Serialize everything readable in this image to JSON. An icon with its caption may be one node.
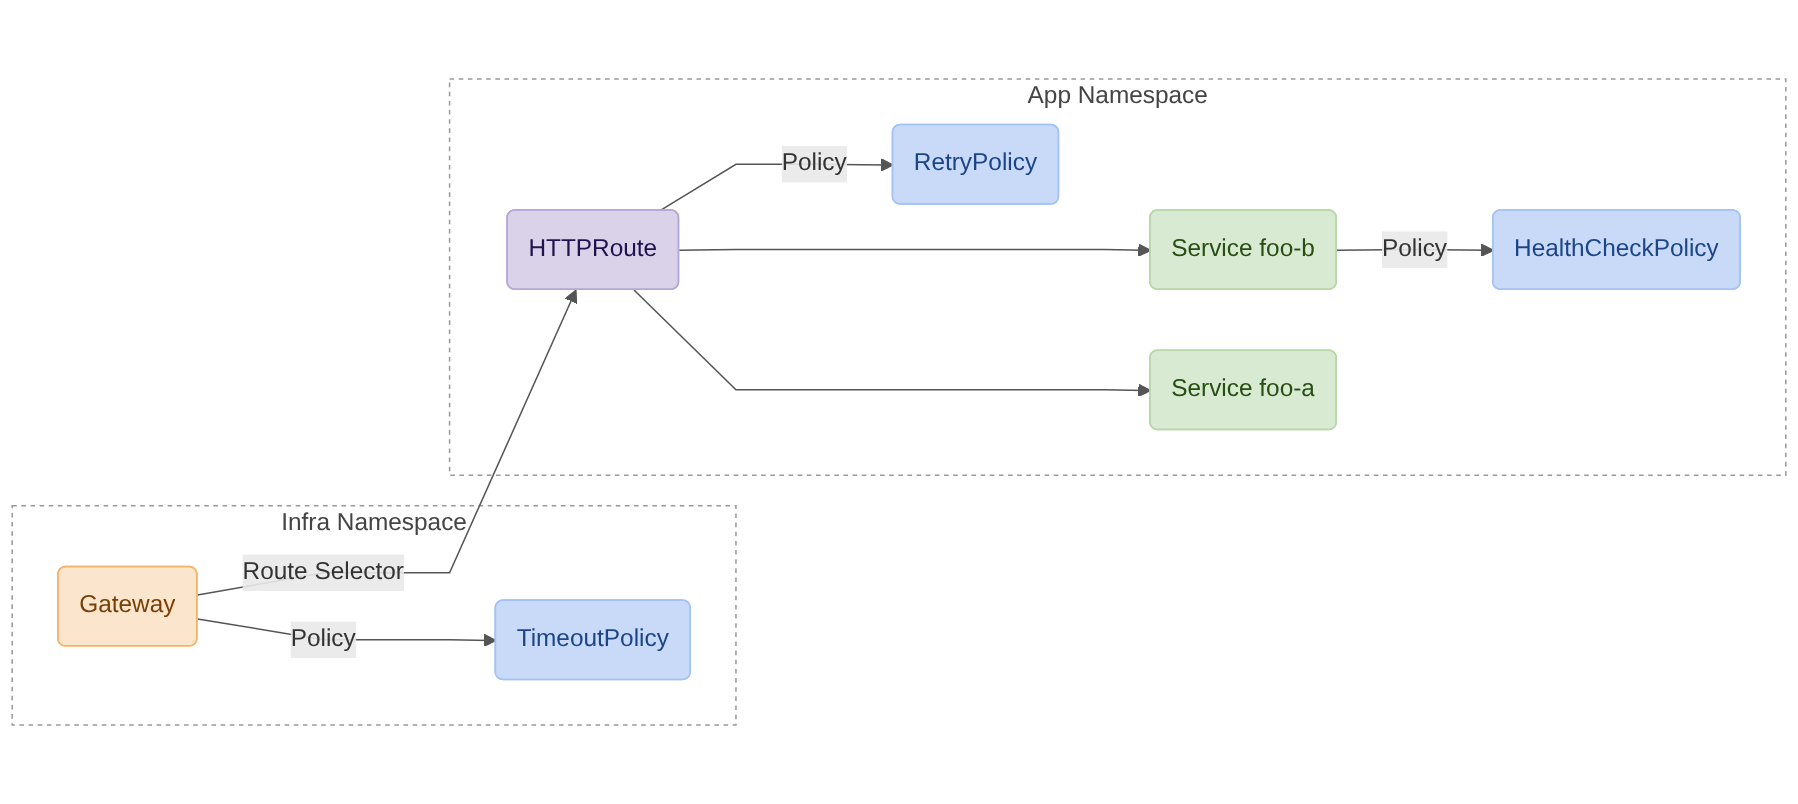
{
  "diagram": {
    "nodes": [
      {
        "text": [
          "Infra Namespace"
        ]
      },
      {
        "text": [
          "Gateway"
        ],
        "in": 0
      },
      {
        "text": [
          "TimeoutPolicy"
        ],
        "in": 0
      },
      {
        "text": [
          "App Namespace"
        ]
      },
      {
        "text": [
          "HTTPRoute"
        ],
        "in": 3
      },
      {
        "text": [
          "RetryPolicy"
        ],
        "in": 3
      },
      {
        "text": [
          "Service foo-b"
        ],
        "in": 3
      },
      {
        "text": [
          "Service foo-a"
        ],
        "in": 3
      },
      {
        "text": [
          "HealthCheckPolicy"
        ],
        "in": 3
      }
    ],
    "edges": [
      {
        "from": 1,
        "to": 2,
        "arrow": "to",
        "label": "Policy"
      },
      {
        "from": 1,
        "to": 4,
        "arrow": "to",
        "label": "Route Selector"
      },
      {
        "from": 4,
        "to": 5,
        "arrow": "to",
        "label": "Policy"
      },
      {
        "from": 4,
        "to": 6,
        "arrow": "to"
      },
      {
        "from": 4,
        "to": 7,
        "arrow": "to"
      },
      {
        "from": 6,
        "to": 8,
        "arrow": "to",
        "label": "Policy"
      }
    ]
  }
}
